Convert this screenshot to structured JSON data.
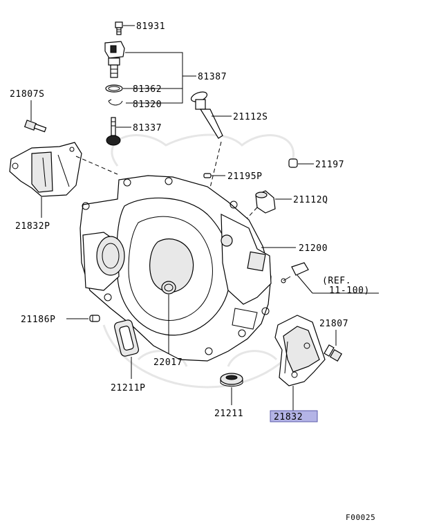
{
  "diagram": {
    "labels": {
      "p81931": "81931",
      "p81387": "81387",
      "p81362": "81362",
      "p81320": "81320",
      "p81337": "81337",
      "p21807S": "21807S",
      "p21112S": "21112S",
      "p21832P": "21832P",
      "p21195P": "21195P",
      "p21197": "21197",
      "p21112Q": "21112Q",
      "p21200": "21200",
      "ref_line1": "(REF.",
      "ref_line2": "11-100)",
      "p21186P": "21186P",
      "p21807": "21807",
      "p22017": "22017",
      "p21211P": "21211P",
      "p21211": "21211",
      "p21832": "21832"
    },
    "highlight_color": "#b4b4e6",
    "figure_code": "F00025"
  }
}
